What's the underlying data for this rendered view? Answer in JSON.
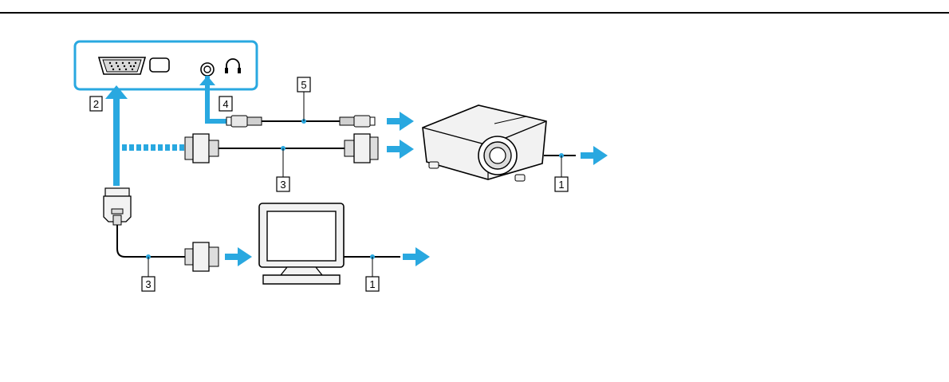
{
  "callouts": {
    "ac_projector": "1",
    "ac_monitor": "1",
    "monitor_port": "2",
    "vga_cable_projector": "3",
    "vga_cable_monitor": "3",
    "headphones_jack": "4",
    "audio_cable": "5"
  },
  "colors": {
    "arrow": "#29a8e0",
    "panel_border": "#29a8e0",
    "line": "#000000",
    "device_fill": "#f2f2f2"
  },
  "icons": [
    "vga-port-icon",
    "hdmi-port-icon",
    "audio-jack-icon",
    "headphones-icon",
    "projector-icon",
    "monitor-icon",
    "vga-plug-icon",
    "audio-plug-icon"
  ]
}
